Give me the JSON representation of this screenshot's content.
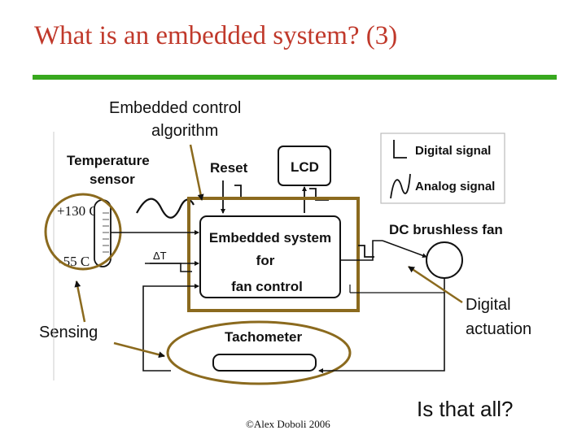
{
  "slide": {
    "title": "What is an embedded system? (3)",
    "footer": "©Alex Doboli 2006",
    "question": "Is that all?"
  },
  "annotations": {
    "algorithm_line1": "Embedded control",
    "algorithm_line2": "algorithm",
    "sensing": "Sensing",
    "actuation_line1": "Digital",
    "actuation_line2": "actuation"
  },
  "diagram": {
    "temp_sensor_line1": "Temperature",
    "temp_sensor_line2": "sensor",
    "temp_high": "+130 C",
    "temp_low": "-55 C",
    "reset": "Reset",
    "lcd": "LCD",
    "embedded_line1": "Embedded system",
    "embedded_line2": "for",
    "embedded_line3": "fan control",
    "delta_t": "ΔT",
    "tachometer": "Tachometer",
    "fan": "DC brushless fan",
    "legend_digital": "Digital signal",
    "legend_analog": "Analog signal"
  },
  "colors": {
    "title": "#c0392b",
    "rule": "#38a81e",
    "highlight": "#8b6a1e"
  }
}
